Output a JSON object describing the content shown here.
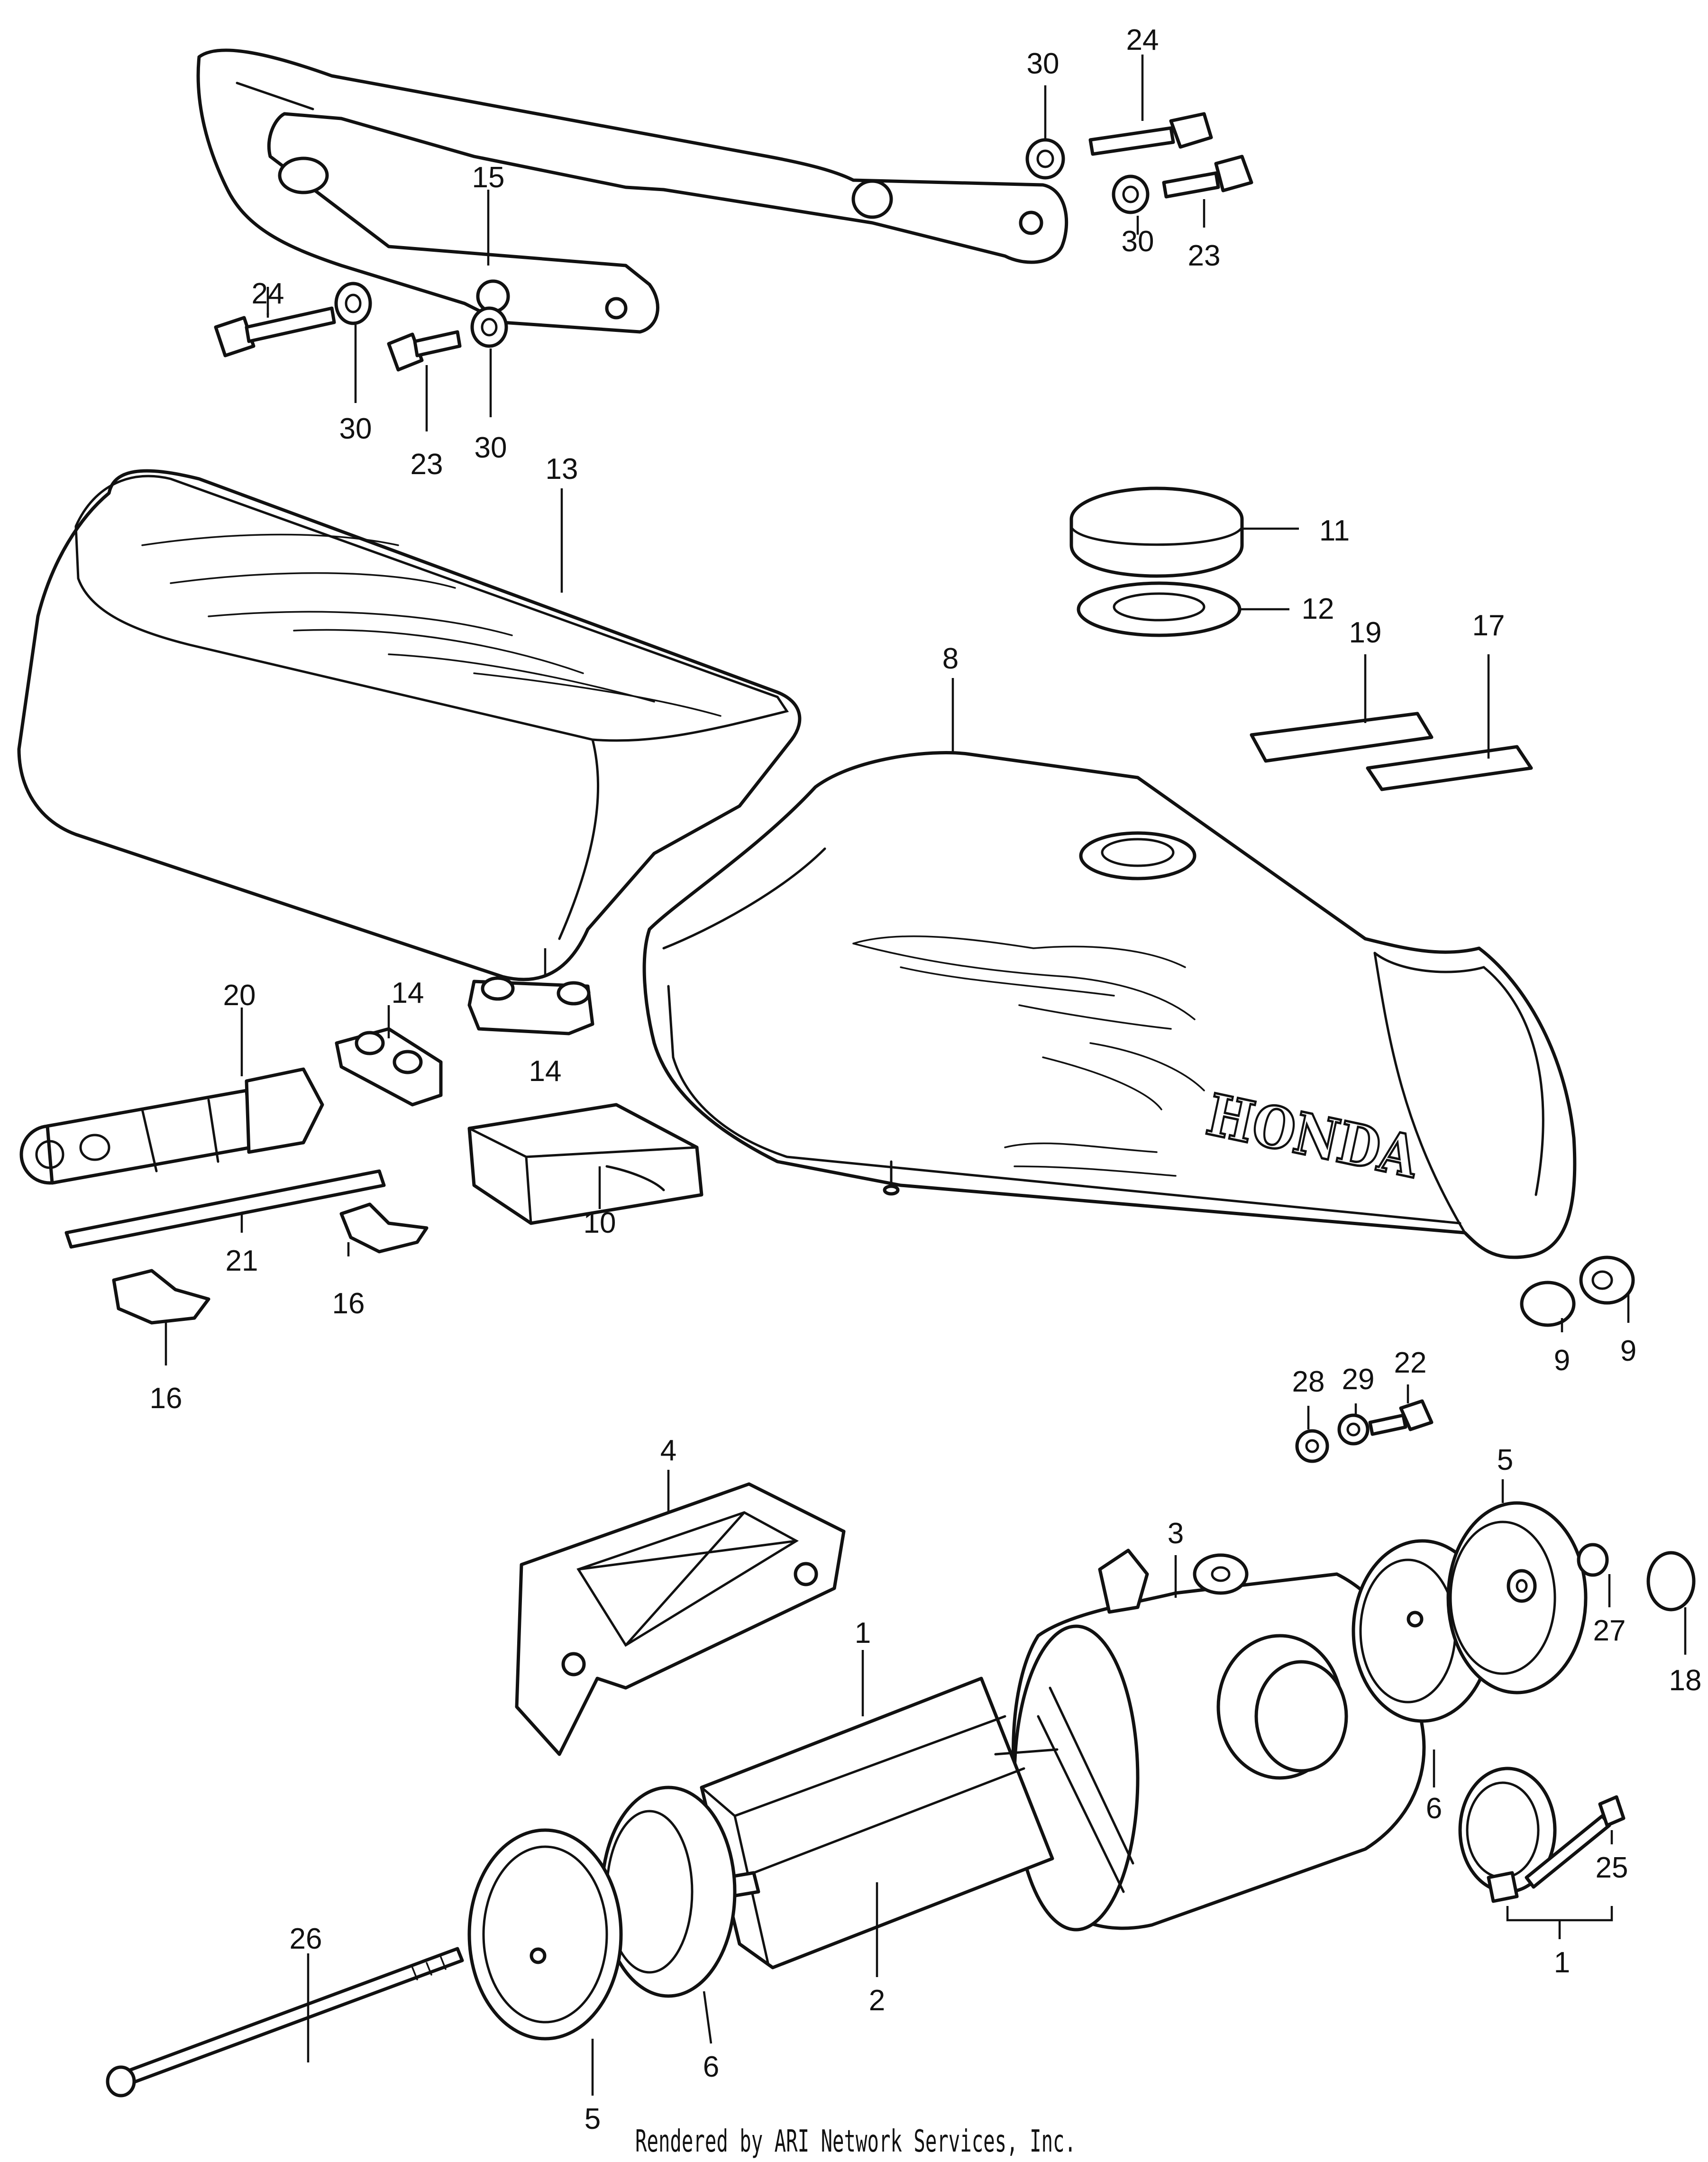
{
  "diagram": {
    "brand_mark": "HONDA",
    "credit": "Rendered by ARI Network Services, Inc.",
    "callouts": {
      "c1a": "1",
      "c1b": "1",
      "c2": "2",
      "c3": "3",
      "c4": "4",
      "c5a": "5",
      "c5b": "5",
      "c6a": "6",
      "c6b": "6",
      "c8": "8",
      "c9a": "9",
      "c9b": "9",
      "c10": "10",
      "c11": "11",
      "c12": "12",
      "c13": "13",
      "c14a": "14",
      "c14b": "14",
      "c15": "15",
      "c16a": "16",
      "c16b": "16",
      "c17": "17",
      "c18": "18",
      "c19": "19",
      "c20": "20",
      "c21": "21",
      "c22": "22",
      "c23a": "23",
      "c23b": "23",
      "c24a": "24",
      "c24b": "24",
      "c25": "25",
      "c26": "26",
      "c27": "27",
      "c28": "28",
      "c29": "29",
      "c30a": "30",
      "c30b": "30",
      "c30c": "30",
      "c30d": "30"
    }
  }
}
